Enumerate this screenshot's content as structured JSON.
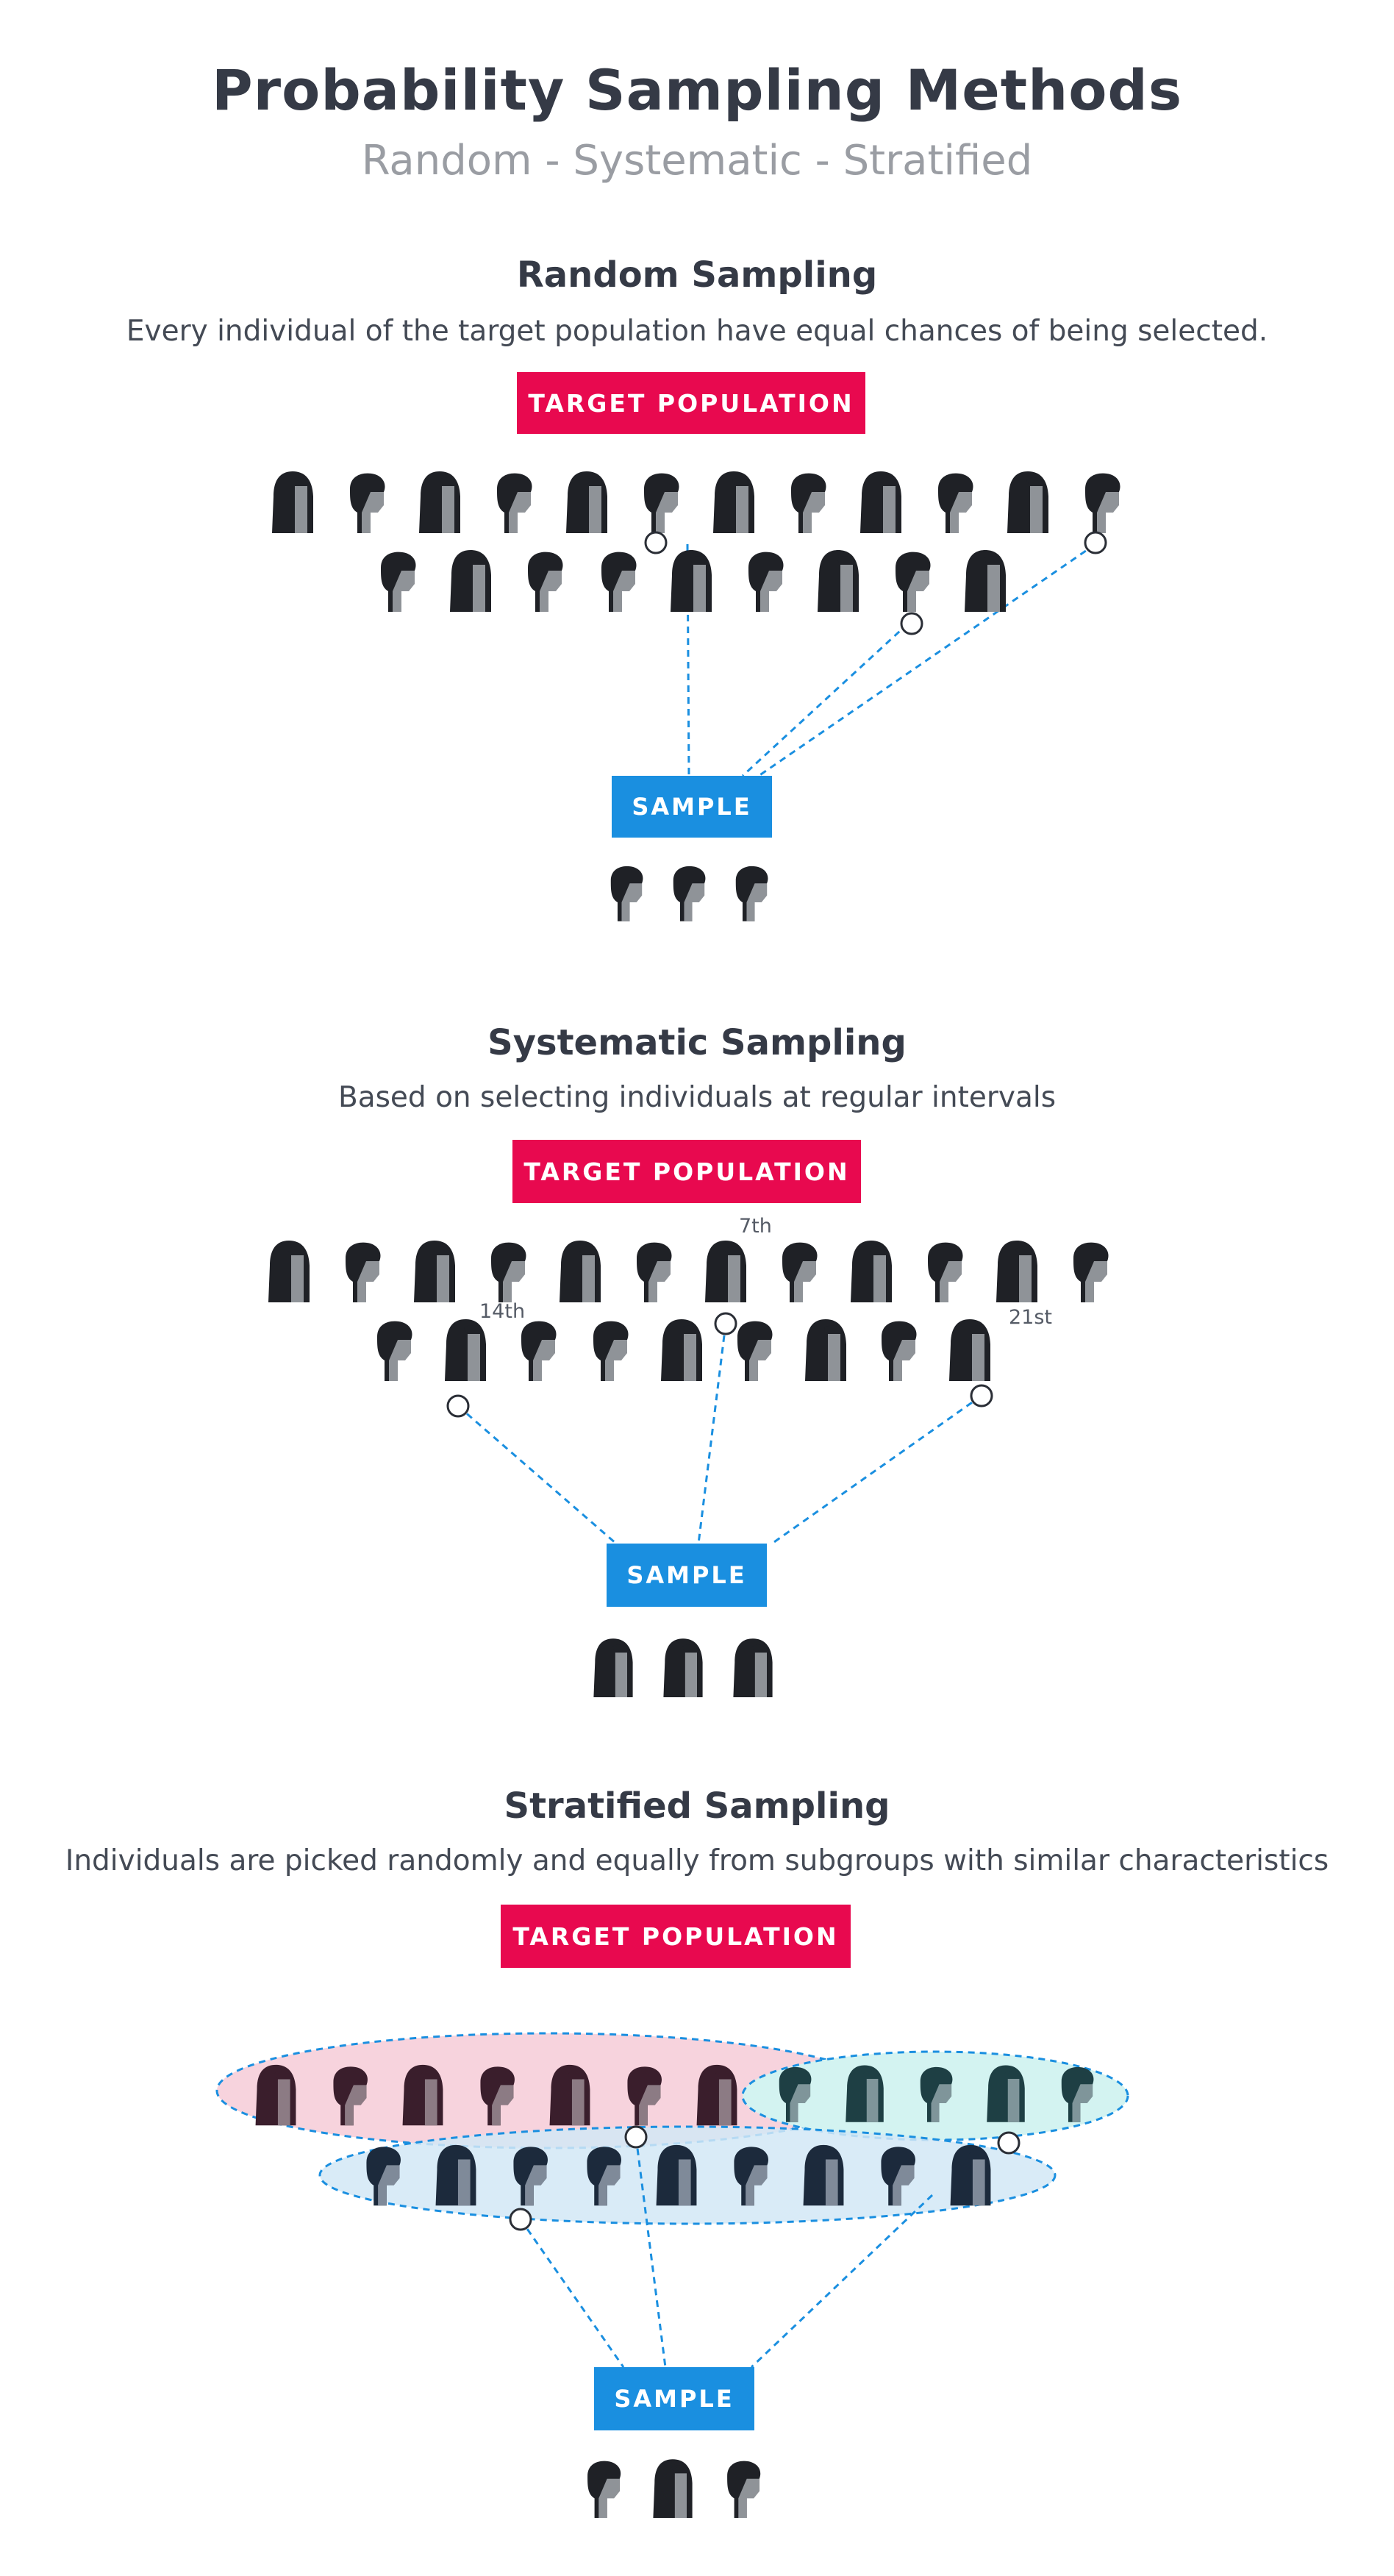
{
  "header": {
    "title": "Probability Sampling Methods",
    "subtitle": "Random - Systematic - Stratified"
  },
  "colors": {
    "target_box": "#e8094f",
    "sample_box": "#1a8fe0",
    "connector": "#1a8fe0",
    "person": "#1f2126",
    "face": "#8f9398",
    "stratum_pink": "#f7d3dd",
    "stratum_teal": "#d3f3f1",
    "stratum_blue": "#d2e8f6"
  },
  "sections": {
    "random": {
      "title": "Random Sampling",
      "description": "Every individual of the target population have equal chances of being selected.",
      "target_label": "TARGET POPULATION",
      "sample_label": "SAMPLE"
    },
    "systematic": {
      "title": "Systematic Sampling",
      "description": "Based on selecting individuals at regular intervals",
      "target_label": "TARGET POPULATION",
      "sample_label": "SAMPLE",
      "ordinals": [
        "7th",
        "14th",
        "21st"
      ]
    },
    "stratified": {
      "title": "Stratified Sampling",
      "description": "Individuals are picked randomly and equally from subgroups with similar characteristics",
      "target_label": "TARGET POPULATION",
      "sample_label": "SAMPLE"
    }
  },
  "icons": {
    "female": "female-person-icon",
    "male": "male-person-icon",
    "selected_marker": "selection-circle-icon"
  }
}
